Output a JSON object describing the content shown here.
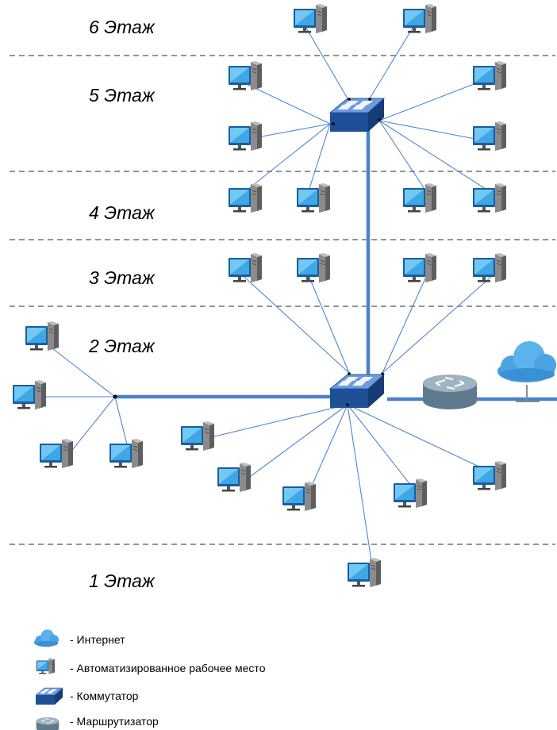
{
  "floors": [
    {
      "label": "6 Этаж"
    },
    {
      "label": "5 Этаж"
    },
    {
      "label": "4 Этаж"
    },
    {
      "label": "3 Этаж"
    },
    {
      "label": "2 Этаж"
    },
    {
      "label": "1 Этаж"
    }
  ],
  "legend": [
    {
      "icon": "cloud-icon",
      "text": "- Интернет"
    },
    {
      "icon": "workstation-icon",
      "text": "- Автоматизированное рабочее место"
    },
    {
      "icon": "switch-icon",
      "text": "- Коммутатор"
    },
    {
      "icon": "router-icon",
      "text": "- Маршрутизатор"
    }
  ],
  "colors": {
    "link": "#4f87d3",
    "switch": "#1f4f96",
    "router": "#6e8797",
    "cloud": "#4ba3e3"
  }
}
